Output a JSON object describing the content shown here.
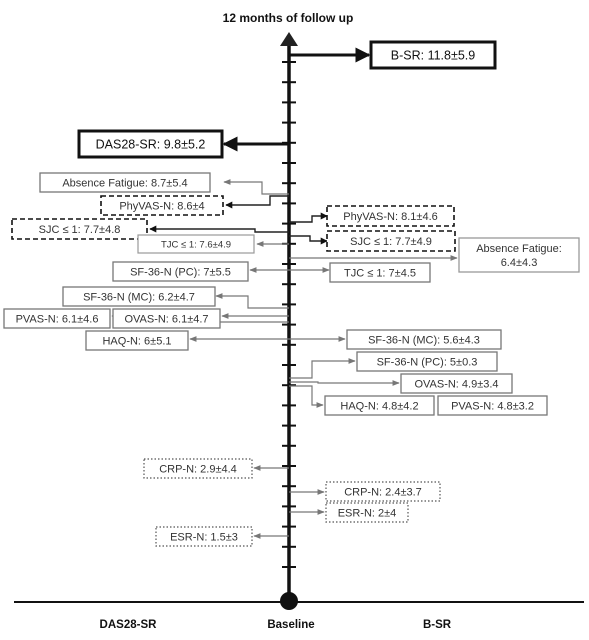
{
  "title": "12 months of follow up",
  "axis": {
    "left": "DAS28-SR",
    "center": "Baseline",
    "right": "B-SR"
  },
  "chart_data": {
    "type": "timeline",
    "top_label": "12 months of follow up",
    "bottom_label": "Baseline",
    "left_label": "DAS28-SR",
    "right_label": "B-SR",
    "left_side": [
      {
        "label": "DAS28-SR: 9.8±5.2",
        "measure": "DAS28-SR",
        "mean": 9.8,
        "sd": 5.2
      },
      {
        "label": "Absence Fatigue: 8.7±5.4",
        "measure": "Absence Fatigue",
        "mean": 8.7,
        "sd": 5.4
      },
      {
        "label": "PhyVAS-N: 8.6±4",
        "measure": "PhyVAS-N",
        "mean": 8.6,
        "sd": 4
      },
      {
        "label": "SJC ≤ 1: 7.7±4.8",
        "measure": "SJC ≤ 1",
        "mean": 7.7,
        "sd": 4.8
      },
      {
        "label": "TJC ≤ 1: 7.6±4.9",
        "measure": "TJC ≤ 1",
        "mean": 7.6,
        "sd": 4.9
      },
      {
        "label": "SF-36-N (PC): 7±5.5",
        "measure": "SF-36-N (PC)",
        "mean": 7,
        "sd": 5.5
      },
      {
        "label": "SF-36-N (MC): 6.2±4.7",
        "measure": "SF-36-N (MC)",
        "mean": 6.2,
        "sd": 4.7
      },
      {
        "label": "PVAS-N: 6.1±4.6",
        "measure": "PVAS-N",
        "mean": 6.1,
        "sd": 4.6
      },
      {
        "label": "OVAS-N: 6.1±4.7",
        "measure": "OVAS-N",
        "mean": 6.1,
        "sd": 4.7
      },
      {
        "label": "HAQ-N: 6±5.1",
        "measure": "HAQ-N",
        "mean": 6,
        "sd": 5.1
      },
      {
        "label": "CRP-N: 2.9±4.4",
        "measure": "CRP-N",
        "mean": 2.9,
        "sd": 4.4
      },
      {
        "label": "ESR-N: 1.5±3",
        "measure": "ESR-N",
        "mean": 1.5,
        "sd": 3
      }
    ],
    "right_side": [
      {
        "label": "B-SR: 11.8±5.9",
        "measure": "B-SR",
        "mean": 11.8,
        "sd": 5.9
      },
      {
        "label": "PhyVAS-N: 8.1±4.6",
        "measure": "PhyVAS-N",
        "mean": 8.1,
        "sd": 4.6
      },
      {
        "label": "SJC ≤ 1: 7.7±4.9",
        "measure": "SJC ≤ 1",
        "mean": 7.7,
        "sd": 4.9
      },
      {
        "label": "Absence Fatigue: 6.4±4.3",
        "measure": "Absence Fatigue",
        "mean": 6.4,
        "sd": 4.3
      },
      {
        "label": "TJC ≤ 1: 7±4.5",
        "measure": "TJC ≤ 1",
        "mean": 7,
        "sd": 4.5
      },
      {
        "label": "SF-36-N (MC): 5.6±4.3",
        "measure": "SF-36-N (MC)",
        "mean": 5.6,
        "sd": 4.3
      },
      {
        "label": "SF-36-N (PC): 5±0.3",
        "measure": "SF-36-N (PC)",
        "mean": 5,
        "sd": 0.3
      },
      {
        "label": "OVAS-N: 4.9±3.4",
        "measure": "OVAS-N",
        "mean": 4.9,
        "sd": 3.4
      },
      {
        "label": "HAQ-N: 4.8±4.2",
        "measure": "HAQ-N",
        "mean": 4.8,
        "sd": 4.2
      },
      {
        "label": "PVAS-N: 4.8±3.2",
        "measure": "PVAS-N",
        "mean": 4.8,
        "sd": 3.2
      },
      {
        "label": "CRP-N: 2.4±3.7",
        "measure": "CRP-N",
        "mean": 2.4,
        "sd": 3.7
      },
      {
        "label": "ESR-N: 2±4",
        "measure": "ESR-N",
        "mean": 2,
        "sd": 4
      }
    ]
  },
  "boxes": {
    "bsr": "B-SR: 11.8±5.9",
    "das28": "DAS28-SR: 9.8±5.2",
    "fatigue_l": "Absence Fatigue: 8.7±5.4",
    "phyvas_l": "PhyVAS-N: 8.6±4",
    "phyvas_r": "PhyVAS-N: 8.1±4.6",
    "sjc_l": "SJC ≤ 1: 7.7±4.8",
    "sjc_r": "SJC ≤ 1: 7.7±4.9",
    "fatigue_r_line1": "Absence Fatigue:",
    "fatigue_r_line2": "6.4±4.3",
    "tjc_l": "TJC ≤ 1: 7.6±4.9",
    "tjc_r": "TJC ≤ 1: 7±4.5",
    "sf36pc_l": "SF-36-N (PC): 7±5.5",
    "sf36mc_l": "SF-36-N (MC): 6.2±4.7",
    "pvas_l": "PVAS-N: 6.1±4.6",
    "ovas_l": "OVAS-N: 6.1±4.7",
    "haq_l": "HAQ-N: 6±5.1",
    "sf36mc_r": "SF-36-N (MC): 5.6±4.3",
    "sf36pc_r": "SF-36-N (PC): 5±0.3",
    "ovas_r": "OVAS-N: 4.9±3.4",
    "haq_r": "HAQ-N: 4.8±4.2",
    "pvas_r": "PVAS-N: 4.8±3.2",
    "crp_l": "CRP-N: 2.9±4.4",
    "crp_r": "CRP-N: 2.4±3.7",
    "esr_r": "ESR-N: 2±4",
    "esr_l": "ESR-N: 1.5±3"
  },
  "colors": {
    "dark": "#111111",
    "gray": "#777777",
    "text_gray": "#333333"
  }
}
